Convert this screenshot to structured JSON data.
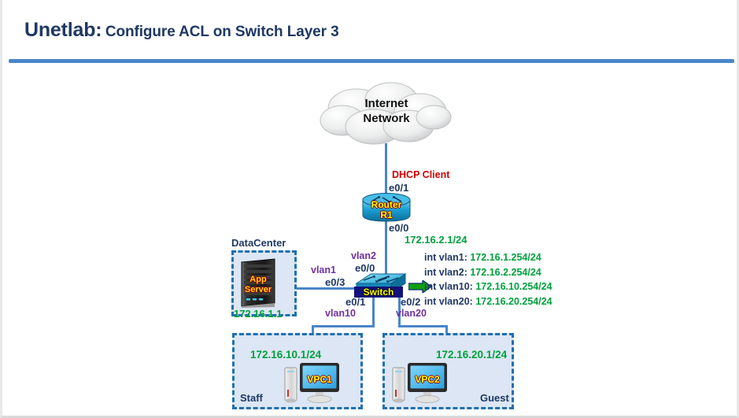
{
  "header": {
    "brand": "Unetlab:",
    "subtitle": "Configure ACL on Switch Layer 3",
    "accent_color": "#4a86c8",
    "title_color": "#1f3864"
  },
  "colors": {
    "ip_green": "#00a03c",
    "vlan_purple": "#7030a0",
    "iface_navy": "#1f3864",
    "alert_red": "#d40000",
    "link_blue": "#4a86c8",
    "zone_fill": "#dce6f4",
    "zone_border": "#1f6fb0"
  },
  "cloud": {
    "line1": "Internet",
    "line2": "Network"
  },
  "router": {
    "name_line1": "Router",
    "name_line2": "R1",
    "uplink_note": "DHCP Client",
    "uplink_iface": "e0/1",
    "downlink_iface": "e0/0",
    "downlink_ip": "172.16.2.1/24"
  },
  "switch": {
    "name": "Switch",
    "ifaces": {
      "to_router": "e0/0",
      "to_server": "e0/3",
      "to_staff": "e0/1",
      "to_guest": "e0/2"
    },
    "vlan_tags": {
      "to_router": "vlan2",
      "to_server": "vlan1",
      "to_staff": "vlan10",
      "to_guest": "vlan20"
    },
    "svi_list": [
      {
        "name": "int vlan1:",
        "ip": "172.16.1.254/24"
      },
      {
        "name": "int vlan2:",
        "ip": "172.16.2.254/24"
      },
      {
        "name": "int vlan10:",
        "ip": "172.16.10.254/24"
      },
      {
        "name": "int vlan20:",
        "ip": "172.16.20.254/24"
      }
    ]
  },
  "zones": {
    "datacenter": {
      "title": "DataCenter",
      "device_line1": "App",
      "device_line2": "Server",
      "ip": "172.16.1.1"
    },
    "staff": {
      "title": "Staff",
      "device": "VPC1",
      "ip": "172.16.10.1/24"
    },
    "guest": {
      "title": "Guest",
      "device": "VPC2",
      "ip": "172.16.20.1/24"
    }
  }
}
